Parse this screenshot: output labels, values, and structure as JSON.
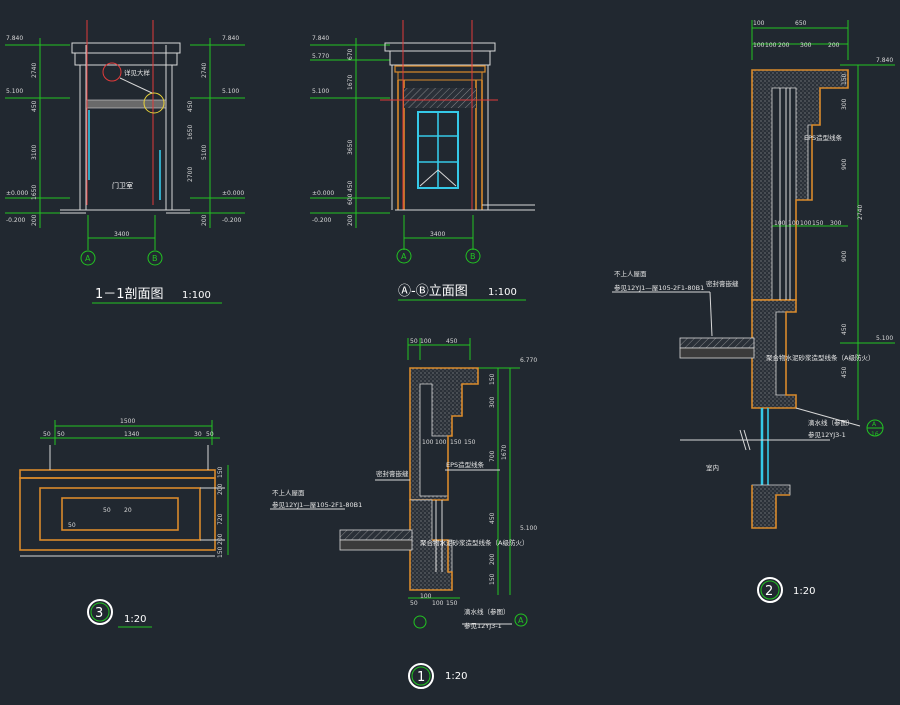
{
  "views": {
    "section_1_1": {
      "title": "1－1剖面图",
      "scale": "1:100",
      "room_label": "门卫室",
      "callout": "详见大样",
      "levels": [
        "7.840",
        "5.100",
        "±0.000",
        "-0.200"
      ],
      "dims_left": [
        "2740",
        "450",
        "3100",
        "1650",
        "200"
      ],
      "dims_right": [
        "2740",
        "450",
        "1650",
        "2700",
        "5100",
        "200"
      ],
      "dim_bottom": "3400",
      "axes": [
        "A",
        "B"
      ]
    },
    "elevation_ab": {
      "title": "Ⓐ-Ⓑ立面图",
      "scale": "1:100",
      "levels": [
        "7.840",
        "5.770",
        "5.100",
        "±0.000",
        "-0.200"
      ],
      "dims_left": [
        "670",
        "1670",
        "3650",
        "450",
        "600",
        "200"
      ],
      "dim_bottom": "3400",
      "axes": [
        "A",
        "B"
      ]
    },
    "detail_2": {
      "number": "2",
      "scale": "1:20",
      "dims_top": [
        "100",
        "650",
        "100",
        "100",
        "200",
        "300",
        "200"
      ],
      "dims_mid": [
        "100",
        "100",
        "100",
        "150",
        "300"
      ],
      "dims_right": [
        "150",
        "300",
        "900",
        "2740",
        "900",
        "450",
        "450"
      ],
      "levels": [
        "7.840",
        "5.100"
      ],
      "notes": [
        "不上人屋面",
        "参见12YJ1—屋105-2F1-80B1",
        "密封膏嵌缝",
        "EPS造型线条",
        "聚合物水泥砂浆造型线条（A级防火）",
        "滴水线（参图）",
        "参见12YJ3-1"
      ],
      "callout_ref": "A",
      "callout_sheet": "16",
      "room": "室内"
    },
    "detail_1": {
      "number": "1",
      "scale": "1:20",
      "dims_top": [
        "50",
        "100",
        "450"
      ],
      "dims_mid": [
        "100",
        "100",
        "150",
        "150"
      ],
      "dims_right": [
        "150",
        "300",
        "1670",
        "700",
        "450",
        "200",
        "150"
      ],
      "dims_bottom": [
        "50",
        "100",
        "100",
        "150"
      ],
      "level": "6.770",
      "level_low": "5.100",
      "notes": [
        "不上人屋面",
        "参见12YJ1—屋105-2F1-80B1",
        "密封膏嵌缝",
        "EPS造型线条",
        "聚合物水泥砂浆造型线条（A级防火）",
        "滴水线（参图）",
        "参见12YJ3-1"
      ],
      "callout_ref": "A"
    },
    "detail_3": {
      "number": "3",
      "scale": "1:20",
      "dims_top": [
        "1500",
        "50",
        "50",
        "1340",
        "30",
        "50"
      ],
      "dims_right": [
        "150",
        "200",
        "720",
        "200",
        "150"
      ],
      "dims_inner": [
        "50",
        "20",
        "50"
      ]
    }
  }
}
